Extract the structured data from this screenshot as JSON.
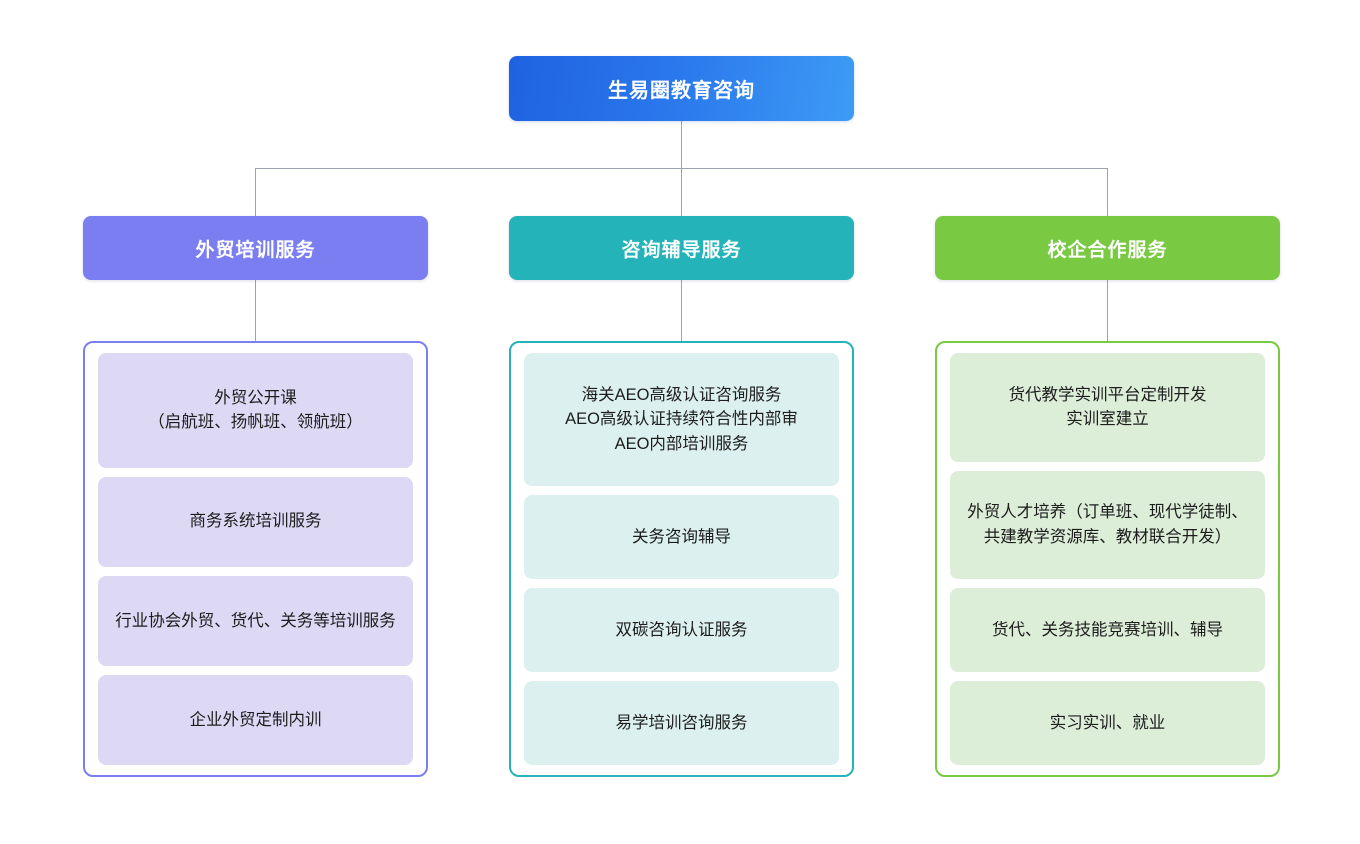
{
  "diagram": {
    "type": "organization-chart",
    "root": {
      "label": "生易圈教育咨询",
      "color_start": "#1f62e0",
      "color_end": "#3d9bf5"
    },
    "branches": [
      {
        "label": "外贸培训服务",
        "header_color": "#7b7ef0",
        "border_color": "#7b7ef0",
        "card_color": "#ddd9f5",
        "items": [
          "外贸公开课\n（启航班、扬帆班、领航班）",
          "商务系统培训服务",
          "行业协会外贸、货代、关务等培训服务",
          "企业外贸定制内训"
        ]
      },
      {
        "label": "咨询辅导服务",
        "header_color": "#24b3b8",
        "border_color": "#24b3b8",
        "card_color": "#dcf0ef",
        "items": [
          "海关AEO高级认证咨询服务\nAEO高级认证持续符合性内部审\nAEO内部培训服务",
          "关务咨询辅导",
          "双碳咨询认证服务",
          "易学培训咨询服务"
        ]
      },
      {
        "label": "校企合作服务",
        "header_color": "#7ac943",
        "border_color": "#7ac943",
        "card_color": "#dcedd8",
        "items": [
          "货代教学实训平台定制开发\n实训室建立",
          "外贸人才培养（订单班、现代学徒制、共建教学资源库、教材联合开发）",
          "货代、关务技能竞赛培训、辅导",
          "实习实训、就业"
        ]
      }
    ],
    "connector_color": "#9aa4b0"
  }
}
